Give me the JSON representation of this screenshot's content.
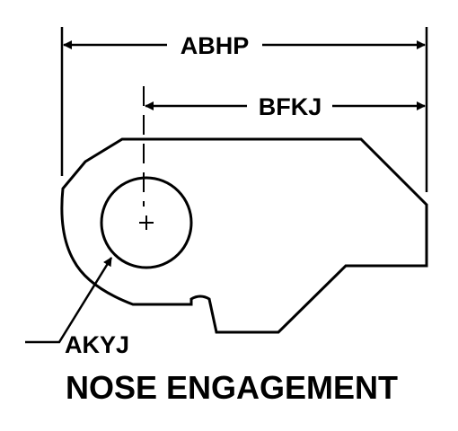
{
  "diagram": {
    "labels": {
      "overall_length": "ABHP",
      "center_to_edge": "BFKJ",
      "hole_diameter": "AKYJ"
    },
    "caption": "NOSE ENGAGEMENT",
    "colors": {
      "ink": "#000000",
      "background": "#ffffff"
    }
  }
}
